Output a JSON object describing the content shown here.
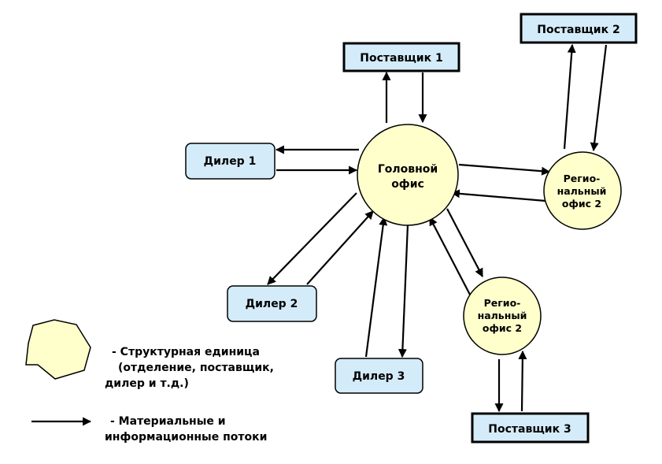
{
  "nodes": {
    "head_office": {
      "line1": "Головной",
      "line2": "офис"
    },
    "regional_office_right": {
      "line1": "Регио-",
      "line2": "нальный",
      "line3": "офис 2"
    },
    "regional_office_bottom": {
      "line1": "Регио-",
      "line2": "нальный",
      "line3": "офис 2"
    },
    "supplier_1": "Поставщик 1",
    "supplier_2": "Поставщик 2",
    "supplier_3": "Поставщик 3",
    "dealer_1": "Дилер 1",
    "dealer_2": "Дилер 2",
    "dealer_3": "Дилер 3"
  },
  "legend": {
    "unit_line1": "- Структурная единица",
    "unit_line2": "(отделение, поставщик,",
    "unit_line3": "дилер и т.д.)",
    "flow_line1": "- Материальные и",
    "flow_line2": "информационные потоки"
  },
  "colors": {
    "box_fill": "#d4ecfa",
    "circle_fill": "#ffffcc",
    "line": "#000000"
  }
}
